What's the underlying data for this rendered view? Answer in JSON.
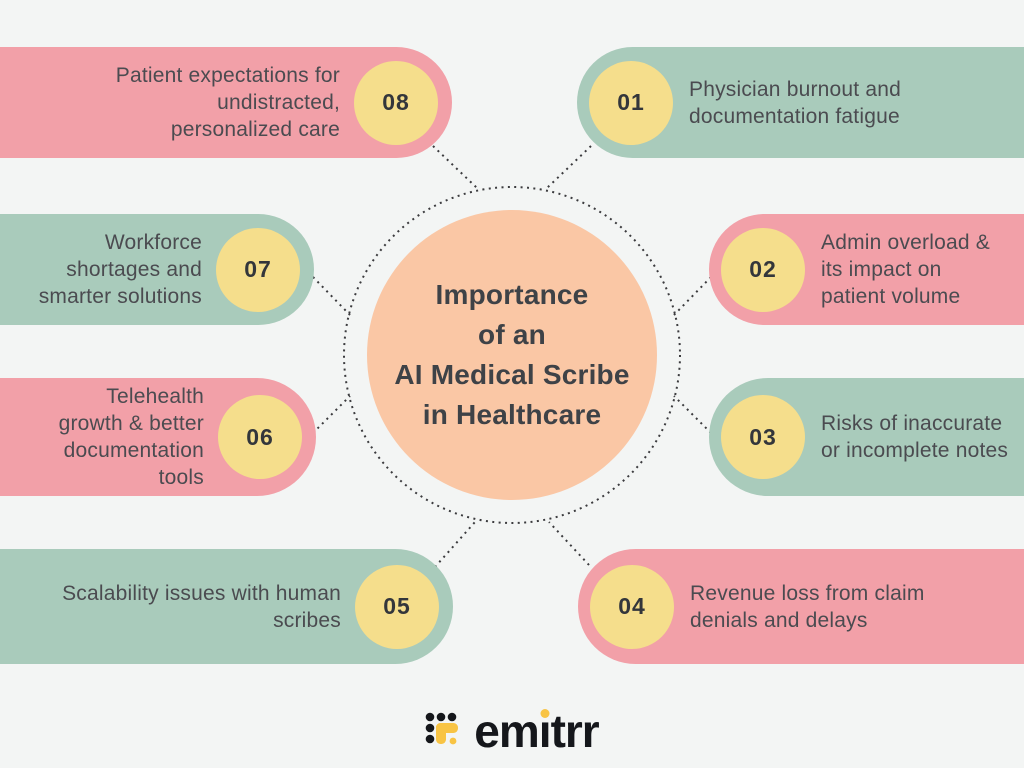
{
  "palette": {
    "pink": "#F2A0A8",
    "green": "#A9CBBB",
    "badge_yellow": "#F5DE8C",
    "center_peach": "#FAC7A5",
    "background": "#F3F5F4",
    "connector_dots": "#3B3B3E",
    "body_text": "#4B4B50",
    "title_text": "#3E4247",
    "number_text": "#33363B",
    "logo_black": "#15171B",
    "logo_yellow": "#F8C444"
  },
  "center": {
    "title": "Importance\nof an\nAI Medical Scribe\nin Healthcare"
  },
  "items": [
    {
      "num": "01",
      "text": "Physician burnout and\ndocumentation fatigue",
      "color": "green",
      "side": "right"
    },
    {
      "num": "02",
      "text": "Admin overload &\nits impact on\npatient volume",
      "color": "pink",
      "side": "right"
    },
    {
      "num": "03",
      "text": "Risks of inaccurate\nor incomplete notes",
      "color": "green",
      "side": "right"
    },
    {
      "num": "04",
      "text": "Revenue loss from claim\ndenials and delays",
      "color": "pink",
      "side": "right"
    },
    {
      "num": "05",
      "text": "Scalability issues with human\nscribes",
      "color": "green",
      "side": "left"
    },
    {
      "num": "06",
      "text": "Telehealth\ngrowth  & better\ndocumentation\ntools",
      "color": "pink",
      "side": "left"
    },
    {
      "num": "07",
      "text": "Workforce\nshortages and\nsmarter solutions",
      "color": "green",
      "side": "left"
    },
    {
      "num": "08",
      "text": "Patient expectations for\nundistracted,\npersonalized care",
      "color": "pink",
      "side": "left"
    }
  ],
  "logo": {
    "name": "emitrr",
    "part_before_i": "em",
    "part_i": "ı",
    "part_after_i": "trr"
  }
}
